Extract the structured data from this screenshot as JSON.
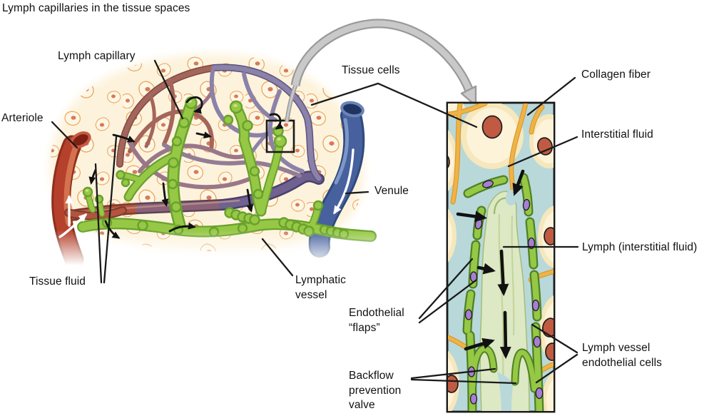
{
  "title": "Lymph capillaries in the tissue spaces",
  "overview": {
    "labels": {
      "lymph_capillary": "Lymph capillary",
      "tissue_cells": "Tissue cells",
      "arteriole": "Arteriole",
      "venule": "Venule",
      "tissue_fluid": "Tissue fluid",
      "lymphatic_vessel": "Lymphatic\nvessel"
    }
  },
  "detail": {
    "labels": {
      "collagen_fiber": "Collagen fiber",
      "interstitial_fluid": "Interstitial fluid",
      "lymph": "Lymph (interstitial fluid)",
      "endothelial_flaps": "Endothelial\n“flaps”",
      "lymph_vessel_endothelial_cells": "Lymph vessel\nendothelial cells",
      "backflow_prevention_valve": "Backflow\nprevention\nvalve"
    }
  },
  "colors": {
    "arteriole_red": "#b5402c",
    "venule_blue": "#46619e",
    "lymph_green": "#96c845",
    "capillary_arterial": "#a4655a",
    "capillary_venous": "#8b82aa",
    "tissue_cream": "#fdf3dc",
    "tissue_cell_nucleus": "#d97a55",
    "interstitial_fluid": "#b9d8da",
    "collagen_yellow": "#f0b348",
    "endothelial_green": "#96c845",
    "endothelial_nucleus": "#a77fd2",
    "detail_cell_nucleus": "#c05a42"
  }
}
